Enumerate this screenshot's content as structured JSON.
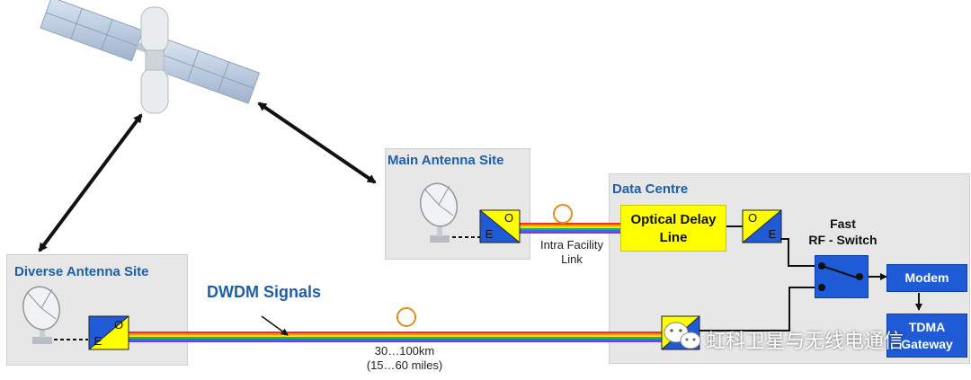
{
  "diverse_site": {
    "title": "Diverse Antenna Site"
  },
  "main_site": {
    "title": "Main Antenna Site"
  },
  "data_centre": {
    "title": "Data Centre"
  },
  "dwdm": {
    "label": "DWDM Signals"
  },
  "intra_link": {
    "line1": "Intra Facility",
    "line2": "Link"
  },
  "distance": {
    "km": "30…100km",
    "miles": "(15…60 miles)"
  },
  "optical_delay": {
    "line1": "Optical Delay",
    "line2": "Line"
  },
  "rf_switch": {
    "line1": "Fast",
    "line2": "RF - Switch"
  },
  "modem": {
    "label": "Modem"
  },
  "tdma": {
    "line1": "TDMA",
    "line2": "Gateway"
  },
  "converter": {
    "o": "O",
    "e": "E"
  },
  "watermark": {
    "text": "虹科卫星与无线电通信"
  },
  "colors": {
    "title_blue": "#1f5fa8",
    "converter_yellow": "#ffff00",
    "converter_blue": "#1f5bd6",
    "box_grey": "#e7e7e7",
    "circle_orange": "#e58a1f"
  }
}
